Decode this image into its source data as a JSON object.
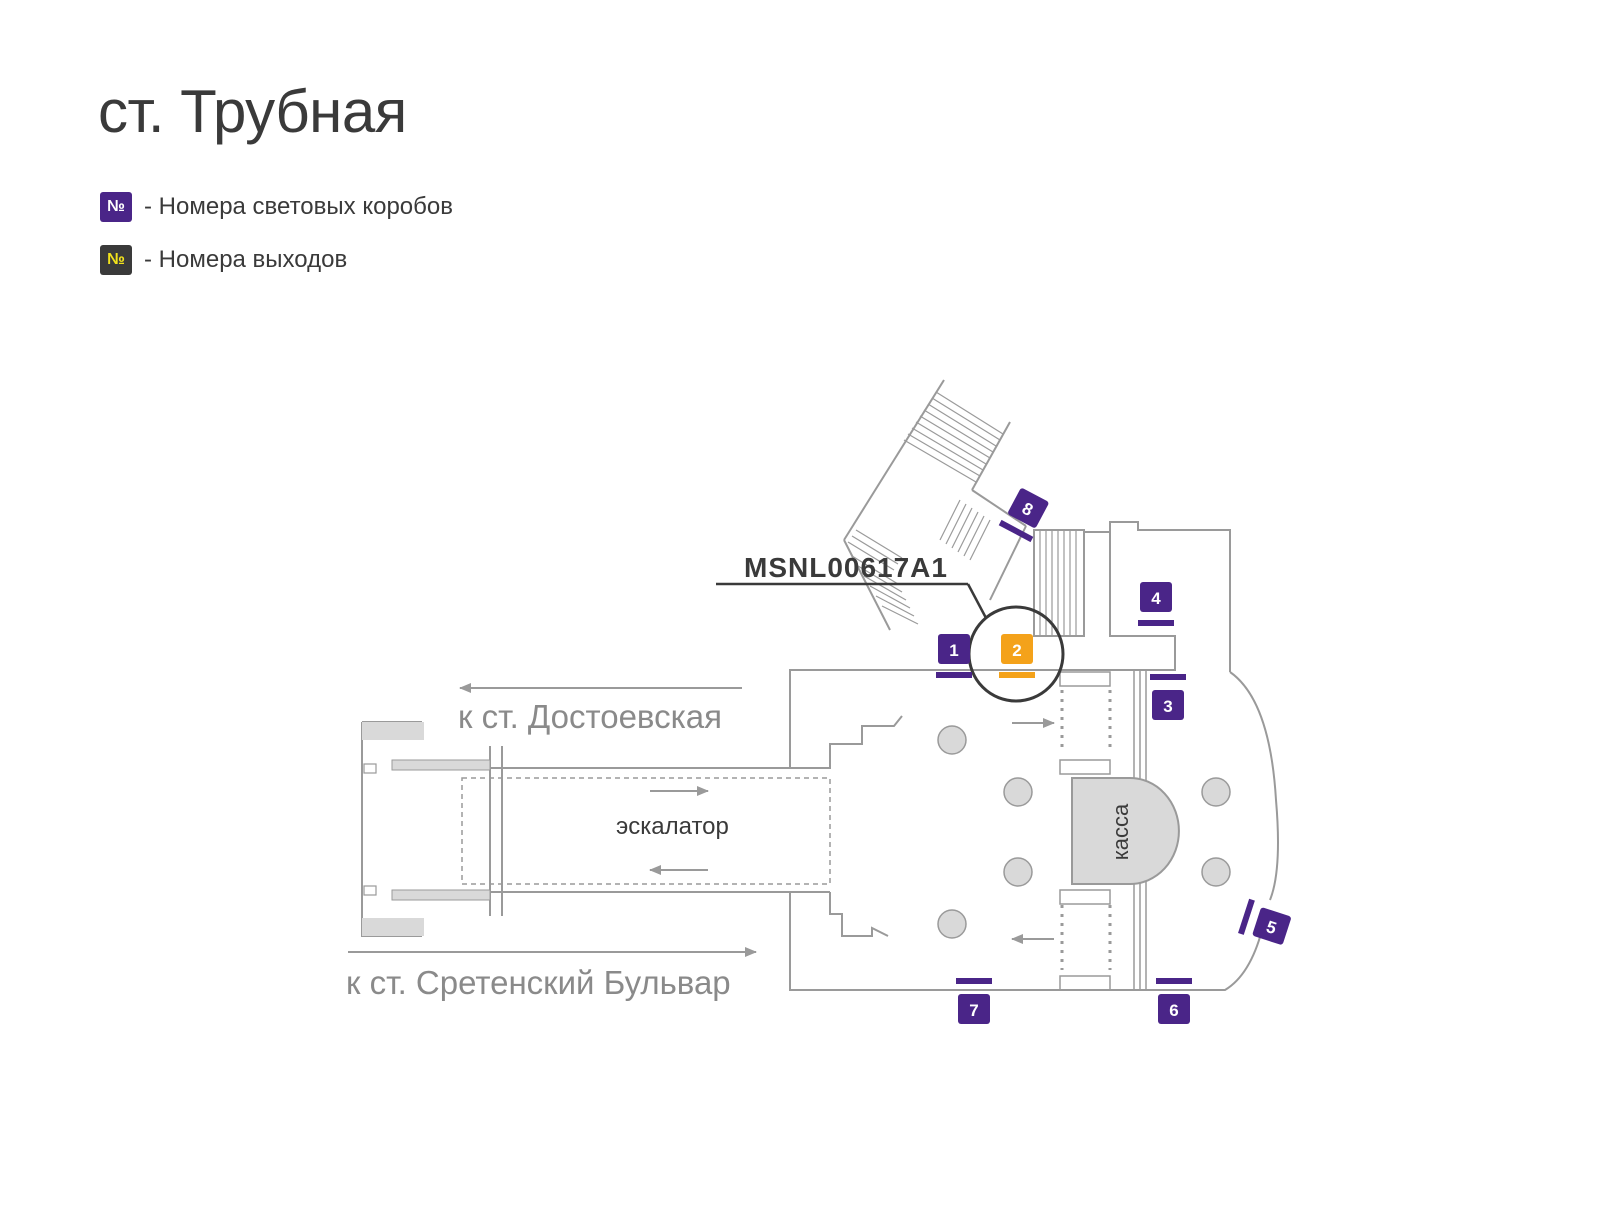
{
  "title": "ст. Трубная",
  "legend": {
    "lightbox": {
      "symbol": "№",
      "label": "- Номера световых коробов"
    },
    "exit": {
      "symbol": "№",
      "label": "- Номера выходов"
    }
  },
  "colors": {
    "lightbox": "#4a2588",
    "highlight": "#f4a21a",
    "exit_bg": "#3a3a3a",
    "exit_symbol": "#f2e21c",
    "plan_lines": "#9a9a9a",
    "label_gray": "#8a8a8a",
    "text_dark": "#3a3a3a"
  },
  "map": {
    "labels": {
      "code": "MSNL00617A1",
      "to_dostoevskaya": "к ст. Достоевская",
      "to_sretensky": "к ст. Сретенский Бульвар",
      "escalator": "эскалатор",
      "kassa": "касса"
    },
    "markers": [
      {
        "id": "1",
        "highlighted": false
      },
      {
        "id": "2",
        "highlighted": true
      },
      {
        "id": "3",
        "highlighted": false
      },
      {
        "id": "4",
        "highlighted": false
      },
      {
        "id": "5",
        "highlighted": false
      },
      {
        "id": "6",
        "highlighted": false
      },
      {
        "id": "7",
        "highlighted": false
      },
      {
        "id": "8",
        "highlighted": false
      }
    ]
  }
}
